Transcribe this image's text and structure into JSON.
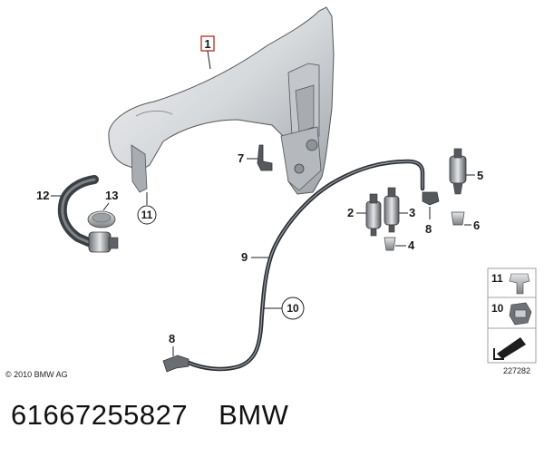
{
  "callouts": {
    "c1": "1",
    "c2": "2",
    "c3": "3",
    "c4": "4",
    "c5": "5",
    "c6": "6",
    "c7": "7",
    "c8a": "8",
    "c8b": "8",
    "c9": "9",
    "c10": "10",
    "c11": "11",
    "c12": "12",
    "c13": "13"
  },
  "legend": {
    "item11": "11",
    "item10": "10",
    "reference": "227282"
  },
  "copyright": "© 2010 BMW AG",
  "footer": {
    "part_number": "61667255827",
    "brand": "BMW"
  }
}
